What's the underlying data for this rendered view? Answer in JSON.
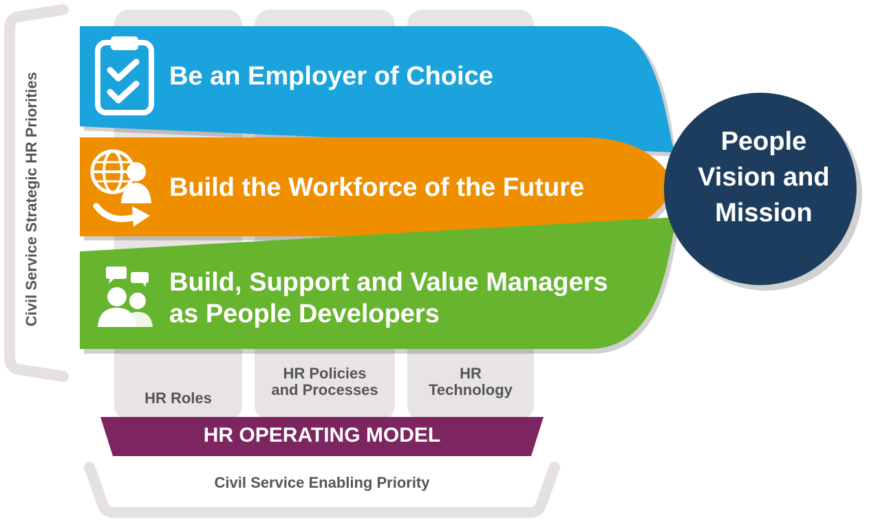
{
  "diagram": {
    "side_title": "Civil Service Strategic HR Priorities",
    "priorities": [
      {
        "title_lines": [
          "Be an Employer of Choice"
        ],
        "color": "#1aa3dc",
        "icon": "clipboard-checklist-icon"
      },
      {
        "title_lines": [
          "Build the Workforce of the Future"
        ],
        "color": "#ef8f00",
        "icon": "globe-person-arrow-icon"
      },
      {
        "title_lines": [
          "Build, Support and Value Managers",
          "as People Developers"
        ],
        "color": "#67b42f",
        "icon": "people-speech-bubbles-icon"
      }
    ],
    "vision_lines": [
      "People",
      "Vision and",
      "Mission"
    ],
    "vision_color": "#1d3d5e",
    "pillars": [
      {
        "lines": [
          "HR Roles"
        ]
      },
      {
        "lines": [
          "HR Policies",
          "and Processes"
        ]
      },
      {
        "lines": [
          "HR",
          "Technology"
        ]
      }
    ],
    "operating_model": "HR OPERATING MODEL",
    "operating_model_color": "#7d2560",
    "enabling_priority": "Civil Service Enabling Priority",
    "pillar_color": "#e8e4e4"
  }
}
